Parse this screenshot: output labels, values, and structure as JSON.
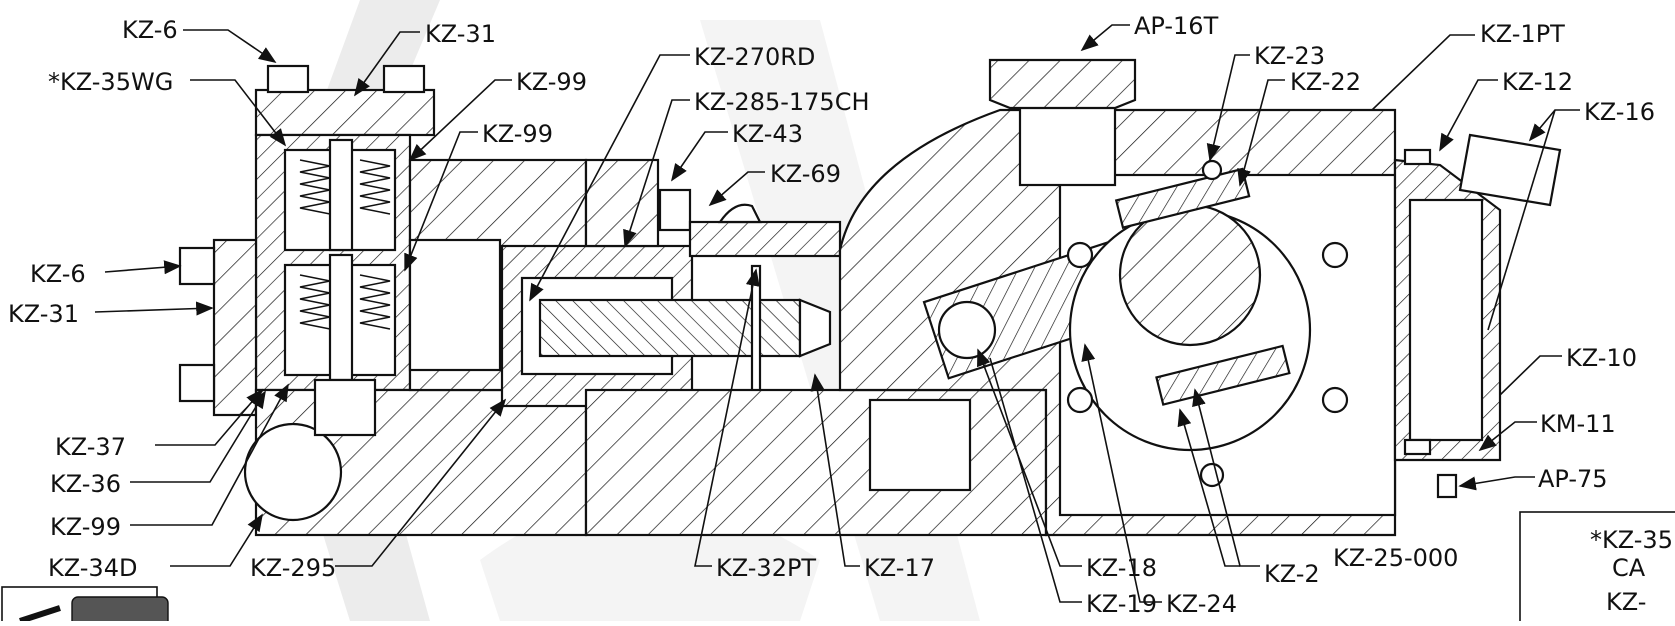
{
  "drawing": {
    "colors": {
      "line": "#111111",
      "paper": "#ffffff",
      "watermark": "#ececec"
    },
    "callouts": [
      {
        "id": "kz6-top",
        "text": "KZ-6"
      },
      {
        "id": "kz31-top",
        "text": "KZ-31"
      },
      {
        "id": "kz35wg",
        "text": "*KZ-35WG"
      },
      {
        "id": "kz99-a",
        "text": "KZ-99"
      },
      {
        "id": "kz99-b",
        "text": "KZ-99"
      },
      {
        "id": "kz6-side",
        "text": "KZ-6"
      },
      {
        "id": "kz31-side",
        "text": "KZ-31"
      },
      {
        "id": "kz37",
        "text": "KZ-37"
      },
      {
        "id": "kz36",
        "text": "KZ-36"
      },
      {
        "id": "kz99-c",
        "text": "KZ-99"
      },
      {
        "id": "kz34d",
        "text": "KZ-34D"
      },
      {
        "id": "kz295",
        "text": "KZ-295"
      },
      {
        "id": "kz270rd",
        "text": "KZ-270RD"
      },
      {
        "id": "kz285",
        "text": "KZ-285-175CH"
      },
      {
        "id": "kz43",
        "text": "KZ-43"
      },
      {
        "id": "kz69",
        "text": "KZ-69"
      },
      {
        "id": "kz32pt",
        "text": "KZ-32PT"
      },
      {
        "id": "kz17",
        "text": "KZ-17"
      },
      {
        "id": "ap16t",
        "text": "AP-16T"
      },
      {
        "id": "kz23",
        "text": "KZ-23"
      },
      {
        "id": "kz22",
        "text": "KZ-22"
      },
      {
        "id": "kz1pt",
        "text": "KZ-1PT"
      },
      {
        "id": "kz12",
        "text": "KZ-12"
      },
      {
        "id": "kz16",
        "text": "KZ-16"
      },
      {
        "id": "kz10",
        "text": "KZ-10"
      },
      {
        "id": "km11",
        "text": "KM-11"
      },
      {
        "id": "ap75",
        "text": "AP-75"
      },
      {
        "id": "kz18",
        "text": "KZ-18"
      },
      {
        "id": "kz19",
        "text": "KZ-19"
      },
      {
        "id": "kz24",
        "text": "KZ-24"
      },
      {
        "id": "kz2",
        "text": "KZ-2"
      },
      {
        "id": "kz25",
        "text": "KZ-25-000"
      }
    ],
    "note_box": {
      "line1": "*KZ-35",
      "line2": "CA",
      "line3": "KZ-"
    }
  }
}
